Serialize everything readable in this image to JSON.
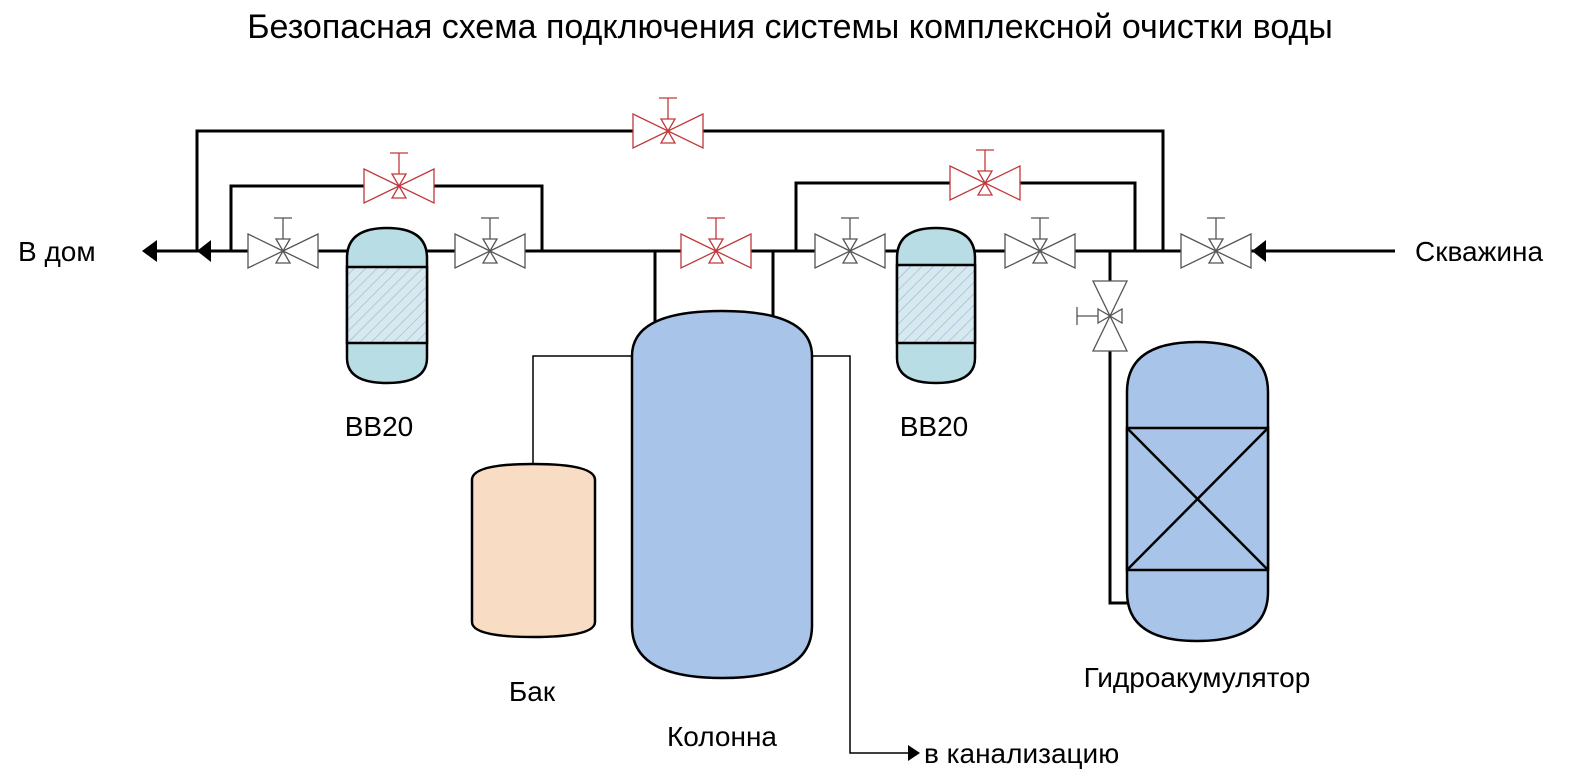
{
  "title": "Безопасная схема подключения системы комплексной очистки воды",
  "labels": {
    "house": "В дом",
    "well": "Скважина",
    "filter_left": "BB20",
    "filter_right": "BB20",
    "tank": "Бак",
    "column": "Колонна",
    "accumulator": "Гидроакумулятор",
    "drain": "в канализацию"
  },
  "colors": {
    "line": "#000000",
    "bypass_valve": "#c0393b",
    "valve": "#555555",
    "filter_fill": "#b9dde4",
    "cartridge_fill": "#d7e9ef",
    "column_fill": "#a9c4e9",
    "tank_fill": "#f9dcc4",
    "accumulator_fill": "#a9c4e9"
  },
  "valves": {
    "normal": [
      "valve-left-in",
      "valve-left-out",
      "valve-right-in",
      "valve-right-out",
      "valve-well-inlet",
      "valve-accumulator"
    ],
    "bypass": [
      "bypass-valve-main",
      "bypass-valve-left",
      "bypass-valve-column",
      "bypass-valve-right"
    ],
    "icon": "gate-valve-icon"
  }
}
